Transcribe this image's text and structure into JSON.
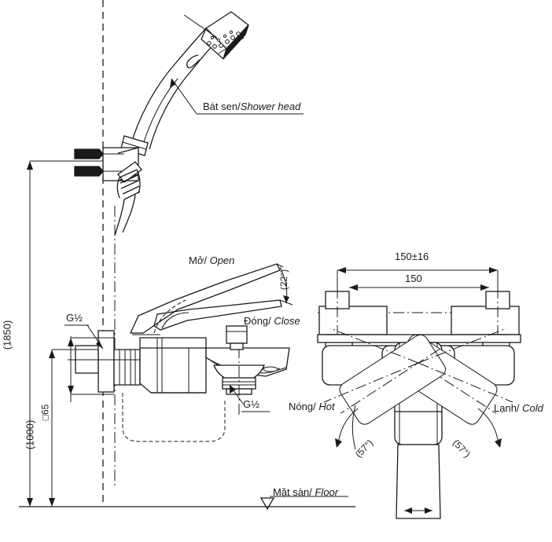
{
  "drawing": {
    "title": "Wall-mounted bath shower mixer installation drawing",
    "line_color": "#1a1a1a",
    "background": "#ffffff"
  },
  "labels": {
    "shower_head": {
      "vi": "Bát sen/",
      "en": "Shower head"
    },
    "open": {
      "vi": "Mở/",
      "en": "Open"
    },
    "close": {
      "vi": "Đóng/",
      "en": "Close"
    },
    "hot": {
      "vi": "Nóng/",
      "en": "Hot"
    },
    "cold": {
      "vi": "Lạnh/",
      "en": "Cold"
    },
    "floor": {
      "vi": "Mặt sàn/",
      "en": "Floor"
    }
  },
  "dimensions": {
    "height_shower_bracket": "(1850)",
    "height_mixer": "(1000)",
    "inlet_square": "□65",
    "spread_tolerance": "150±16",
    "spread_nominal": "150",
    "lever_tilt": "(22°)",
    "handle_swing_left": "(57°)",
    "handle_swing_right": "(57°)",
    "thread_inlet": "G½",
    "thread_outlet": "G½"
  }
}
